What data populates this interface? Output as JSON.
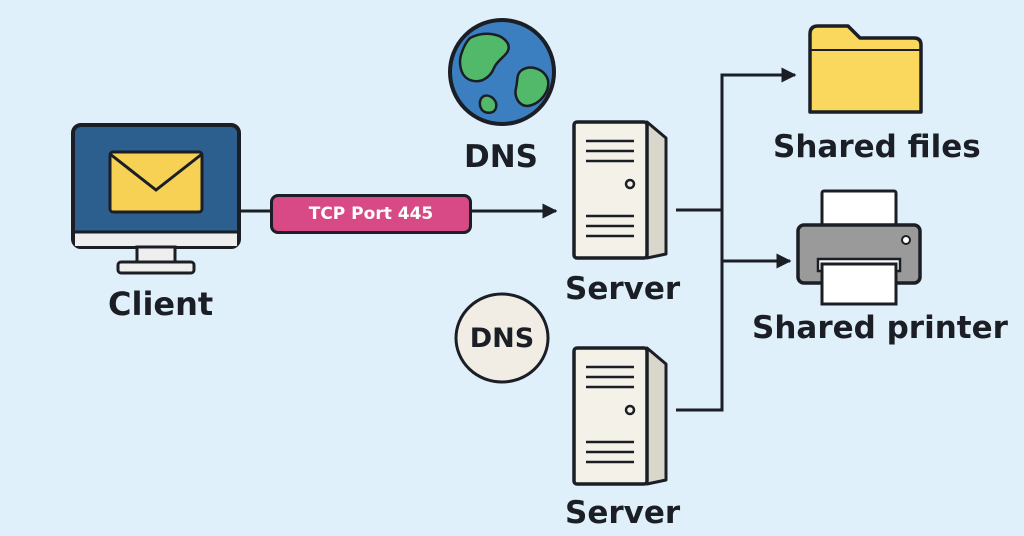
{
  "nodes": {
    "client": {
      "label": "Client"
    },
    "dns_top": {
      "label": "DNS"
    },
    "dns_badge": {
      "label": "DNS"
    },
    "server_top": {
      "label": "Server"
    },
    "server_bottom": {
      "label": "Server"
    },
    "shared_files": {
      "label": "Shared files"
    },
    "shared_printer": {
      "label": "Shared printer"
    }
  },
  "connection": {
    "label": "TCP Port 445"
  },
  "colors": {
    "background": "#dff0fb",
    "outline": "#1b1e24",
    "monitor_screen": "#2c5f8e",
    "envelope": "#f7d154",
    "pill": "#d74a86",
    "globe_ocean": "#3b7fc0",
    "globe_land": "#52b96b",
    "server_body": "#f4f1e8",
    "folder": "#fad85d",
    "printer_body": "#9a9a9a",
    "badge_fill": "#f1ede4"
  },
  "icons": [
    "monitor-icon",
    "envelope-icon",
    "globe-icon",
    "server-icon",
    "folder-icon",
    "printer-icon"
  ]
}
